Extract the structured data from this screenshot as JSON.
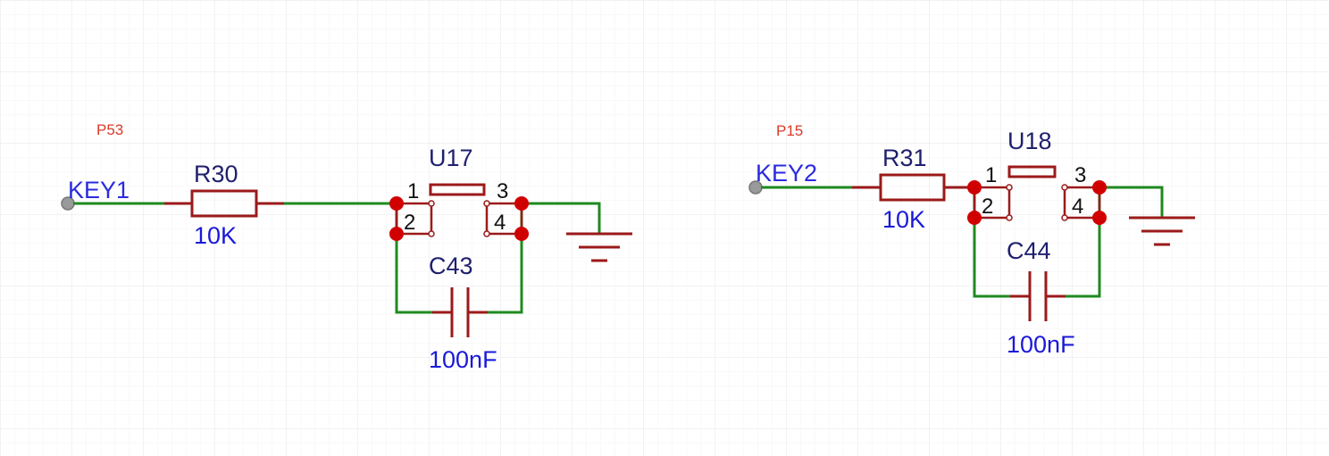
{
  "circuits": [
    {
      "tag": "P53",
      "net_label": "KEY1",
      "resistor": {
        "ref": "R30",
        "value": "10K"
      },
      "switch": {
        "ref": "U17",
        "pins": [
          "1",
          "2",
          "3",
          "4"
        ]
      },
      "capacitor": {
        "ref": "C43",
        "value": "100nF"
      }
    },
    {
      "tag": "P15",
      "net_label": "KEY2",
      "resistor": {
        "ref": "R31",
        "value": "10K"
      },
      "switch": {
        "ref": "U18",
        "pins": [
          "1",
          "2",
          "3",
          "4"
        ]
      },
      "capacitor": {
        "ref": "C44",
        "value": "100nF"
      }
    }
  ],
  "colors": {
    "wire": "#1f8a1f",
    "component": "#9b1a1a",
    "junction": "#d10000",
    "designator": "#1f1f6e",
    "value": "#1a1ad8",
    "tag": "#d83a2a",
    "grid": "#eeeeee"
  }
}
